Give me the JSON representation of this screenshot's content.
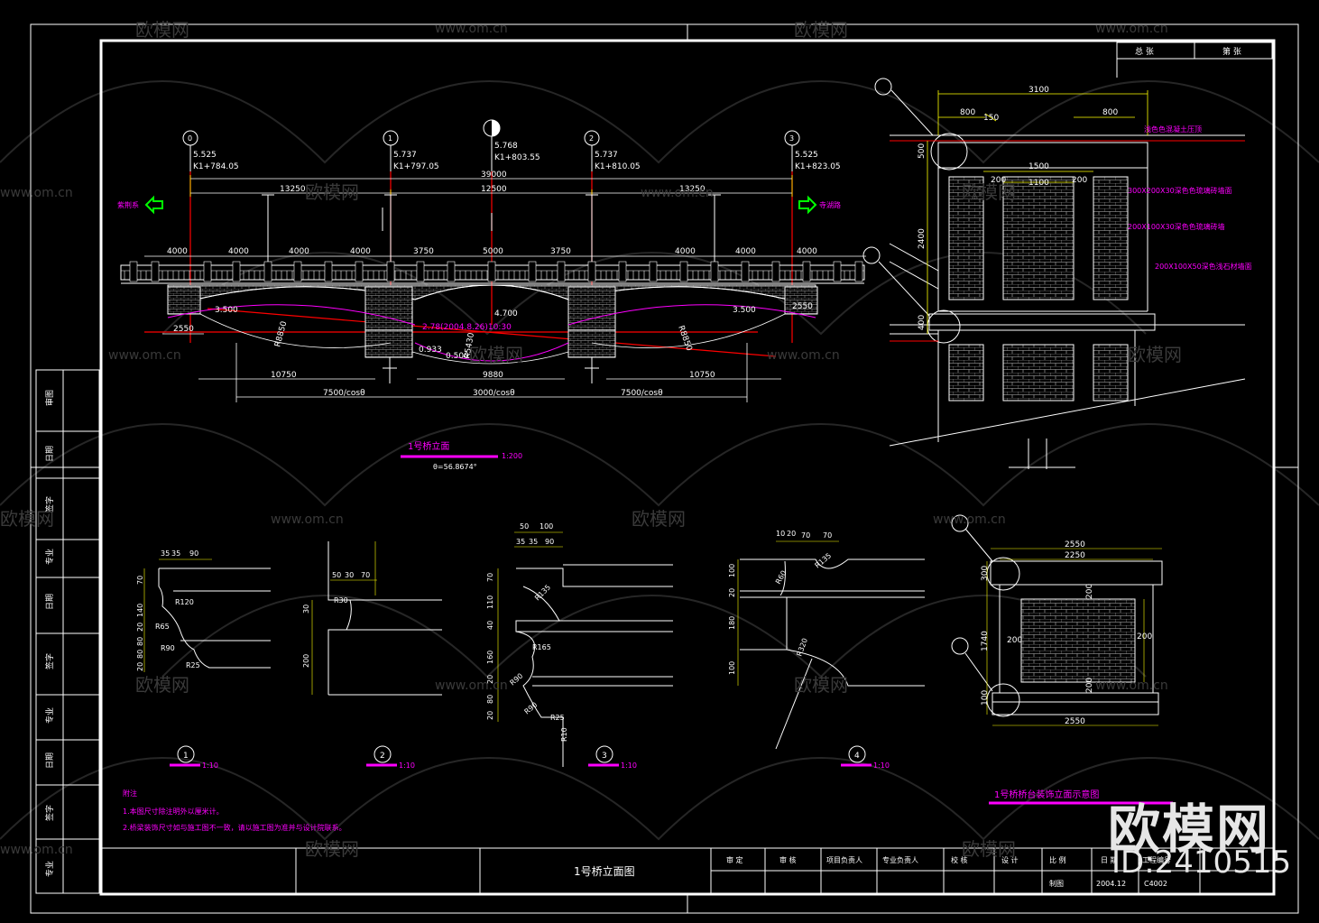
{
  "drawing": {
    "title": "1号桥立面图",
    "main_view_title": "1号桥立面",
    "main_view_scale": "1:200",
    "theta": "θ=56.8674°",
    "abutment_title": "1号桥桥台装饰立面示意图",
    "direction_left": "紫荆系",
    "direction_right": "寺湖路"
  },
  "titleblock": {
    "top_cells": [
      "总  张",
      "第  张"
    ],
    "cells": [
      "审 定",
      "审 核",
      "项目负责人",
      "专业负责人",
      "校 核",
      "设 计",
      "比 例",
      "日 期",
      "工程编号",
      "制图"
    ],
    "date": "2004.12",
    "project_no": "C4002"
  },
  "side_strip": [
    "专业",
    "签字",
    "日期",
    "专业",
    "签字",
    "日期",
    "专业",
    "签字",
    "日期",
    "审图"
  ],
  "notes": {
    "heading": "附注",
    "items": [
      "1.本图尺寸除注明外以厘米计。",
      "2.桥梁装饰尺寸如与施工图不一致，请以施工图为准并与设计院联系。"
    ]
  },
  "stations": [
    {
      "id": "0",
      "elev": "5.525",
      "km": "K1+784.05"
    },
    {
      "id": "1",
      "elev": "5.737",
      "km": "K1+797.05"
    },
    {
      "id": "",
      "elev": "5.768",
      "km": "K1+803.55"
    },
    {
      "id": "2",
      "elev": "5.737",
      "km": "K1+810.05"
    },
    {
      "id": "3",
      "elev": "5.525",
      "km": "K1+823.05"
    }
  ],
  "dims": {
    "total": "39000",
    "span_l": "13250",
    "span_c": "12500",
    "span_r": "13250",
    "seg_4000": "4000",
    "seg_3750": "3750",
    "seg_5000": "5000",
    "abut": "2550",
    "b10750": "10750",
    "b9880": "9880",
    "b7500": "7500/cosθ",
    "b3000": "3000/cosθ",
    "r8850": "R8850",
    "r5430": "R5430",
    "e3500": "3.500",
    "e4700": "4.700",
    "e0933": "0.933",
    "e0500": "0.500",
    "wl1": "2.78(2004.8.26)10:30"
  },
  "pier_detail": {
    "top": "3100",
    "w800": "800",
    "w150": "150",
    "w1500": "1500",
    "w1100": "1100",
    "w200": "200",
    "h500": "500",
    "h2400": "2400",
    "h400": "400",
    "label1": "浅色色混凝土压顶",
    "label2": "300X200X30深色色琉璃砖墙面",
    "label3": "200X100X30深色色琉璃砖墙",
    "label4": "200X100X50深色浅石材墙面"
  },
  "details": [
    {
      "num": "1",
      "scale": "1:10",
      "dims": [
        "35",
        "35",
        "90",
        "70",
        "140",
        "20",
        "80",
        "80",
        "20"
      ],
      "radii": [
        "R120",
        "R65",
        "R90",
        "R25"
      ]
    },
    {
      "num": "2",
      "scale": "1:10",
      "dims": [
        "50",
        "30",
        "70",
        "30",
        "200"
      ],
      "radii": [
        "R30"
      ]
    },
    {
      "num": "3",
      "scale": "1:10",
      "dims": [
        "50",
        "100",
        "35",
        "35",
        "90",
        "70",
        "110",
        "40",
        "160",
        "20",
        "80",
        "20"
      ],
      "radii": [
        "R135",
        "R165",
        "R90",
        "R90",
        "R25",
        "R10"
      ]
    },
    {
      "num": "4",
      "scale": "1:10",
      "dims": [
        "10",
        "20",
        "70",
        "70",
        "20",
        "100",
        "180",
        "100"
      ],
      "radii": [
        "R135",
        "R60",
        "R320"
      ]
    }
  ],
  "abutment": {
    "w2550": "2550",
    "w2250": "2250",
    "h300": "300",
    "h1740": "1740",
    "h100": "100",
    "s200": "200"
  },
  "watermark": {
    "site": "www.om.cn",
    "brand": "欧模网",
    "id": "ID:2410515"
  },
  "colors": {
    "white": "#ffffff",
    "yellow": "#ffff00",
    "magenta": "#ff00ff",
    "green": "#00ff00",
    "red": "#ff0000",
    "cyan": "#00ffff"
  }
}
